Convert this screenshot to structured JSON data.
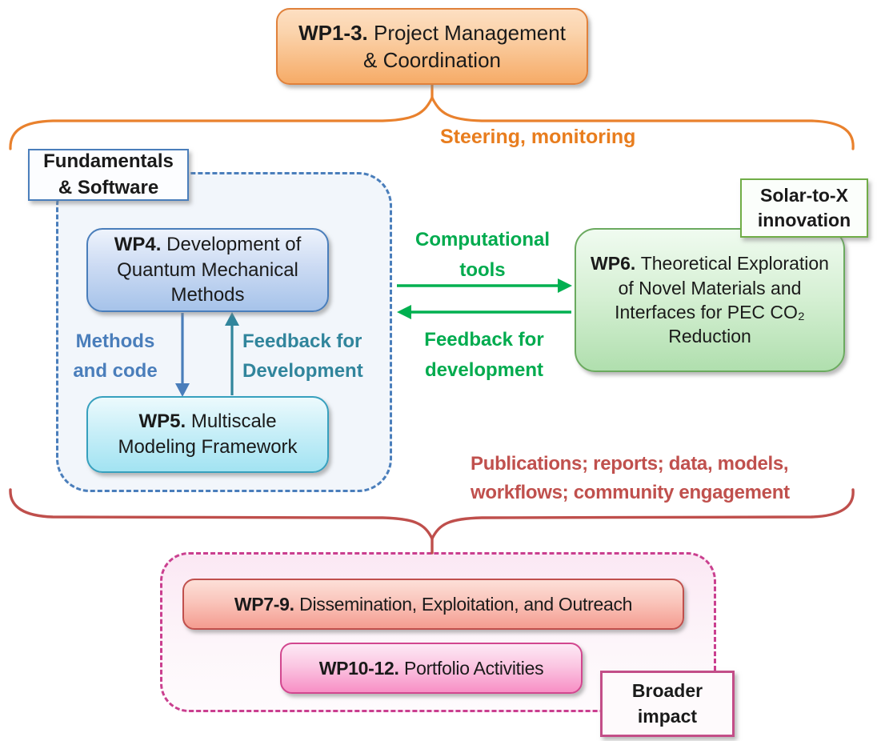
{
  "palette": {
    "orange_accent": "#e87d1e",
    "blue_accent": "#4a7ebb",
    "teal_accent": "#31859c",
    "green_accent": "#00b050",
    "green_border": "#70ad47",
    "red_accent": "#c0504d",
    "pink_accent": "#ca3f8f"
  },
  "top": {
    "wp_label": "WP1-3.",
    "title": "Project Management & Coordination",
    "brace_label": "Steering, monitoring"
  },
  "fundamentals": {
    "tag": "Fundamentals & Software",
    "wp4": {
      "wp_label": "WP4.",
      "title": "Development of Quantum Mechanical Methods"
    },
    "wp5": {
      "wp_label": "WP5.",
      "title": "Multiscale Modeling Framework"
    },
    "down_arrow_label_lines": [
      "Methods",
      "and code"
    ],
    "up_arrow_label_lines": [
      "Feedback for",
      "Development"
    ]
  },
  "exchange": {
    "to_wp6_lines": [
      "Computational",
      "tools"
    ],
    "from_wp6_lines": [
      "Feedback for",
      "development"
    ]
  },
  "wp6": {
    "wp_label": "WP6.",
    "title": "Theoretical Exploration of Novel Materials and Interfaces for PEC CO₂ Reduction",
    "tag": "Solar-to-X innovation"
  },
  "outputs": {
    "brace_label_lines": [
      "Publications; reports; data, models,",
      "workflows; community engagement"
    ]
  },
  "impact": {
    "wp79": {
      "wp_label": "WP7-9.",
      "title": "Dissemination, Exploitation, and Outreach"
    },
    "wp1012": {
      "wp_label": "WP10-12.",
      "title": "Portfolio Activities"
    },
    "tag": "Broader impact"
  }
}
